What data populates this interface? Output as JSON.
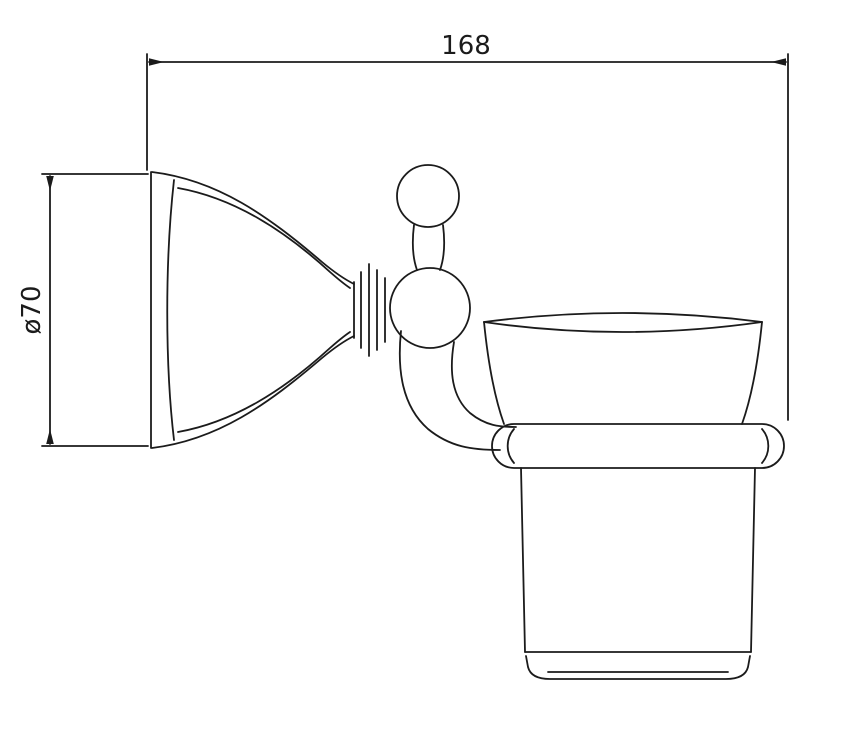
{
  "drawing": {
    "type": "technical-line-drawing",
    "subject": "wall-mounted tumbler holder side view",
    "width_dimension": "168",
    "diameter_dimension": "ø70",
    "line_color": "#1b1b1b",
    "background_color": "#ffffff"
  }
}
